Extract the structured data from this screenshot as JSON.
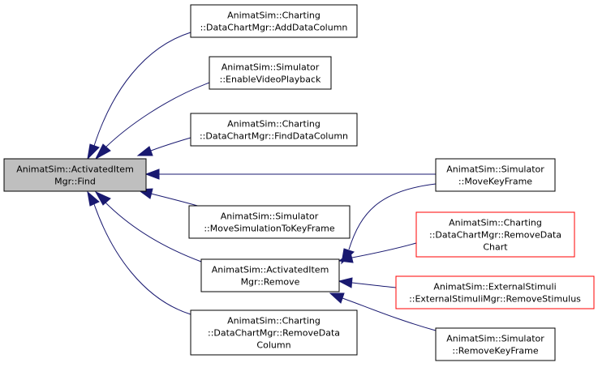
{
  "colors": {
    "edge": "#191970",
    "focus_fill": "#bfbfbf",
    "node_border": "#000000",
    "undocumented_border": "#ff0000",
    "node_fill": "#ffffff"
  },
  "nodes": {
    "find": {
      "lines": [
        "AnimatSim::ActivatedItem",
        "Mgr::Find"
      ]
    },
    "add_data_column": {
      "lines": [
        "AnimatSim::Charting",
        "::DataChartMgr::AddDataColumn"
      ]
    },
    "enable_video_playback": {
      "lines": [
        "AnimatSim::Simulator",
        "::EnableVideoPlayback"
      ]
    },
    "find_data_column": {
      "lines": [
        "AnimatSim::Charting",
        "::DataChartMgr::FindDataColumn"
      ]
    },
    "move_key_frame": {
      "lines": [
        "AnimatSim::Simulator",
        "::MoveKeyFrame"
      ]
    },
    "move_simulation_to_key_frame": {
      "lines": [
        "AnimatSim::Simulator",
        "::MoveSimulationToKeyFrame"
      ]
    },
    "remove": {
      "lines": [
        "AnimatSim::ActivatedItem",
        "Mgr::Remove"
      ]
    },
    "remove_data_chart": {
      "lines": [
        "AnimatSim::Charting",
        "::DataChartMgr::RemoveData",
        "Chart"
      ]
    },
    "remove_stimulus": {
      "lines": [
        "AnimatSim::ExternalStimuli",
        "::ExternalStimuliMgr::RemoveStimulus"
      ]
    },
    "remove_data_column": {
      "lines": [
        "AnimatSim::Charting",
        "::DataChartMgr::RemoveData",
        "Column"
      ]
    },
    "remove_key_frame": {
      "lines": [
        "AnimatSim::Simulator",
        "::RemoveKeyFrame"
      ]
    }
  }
}
